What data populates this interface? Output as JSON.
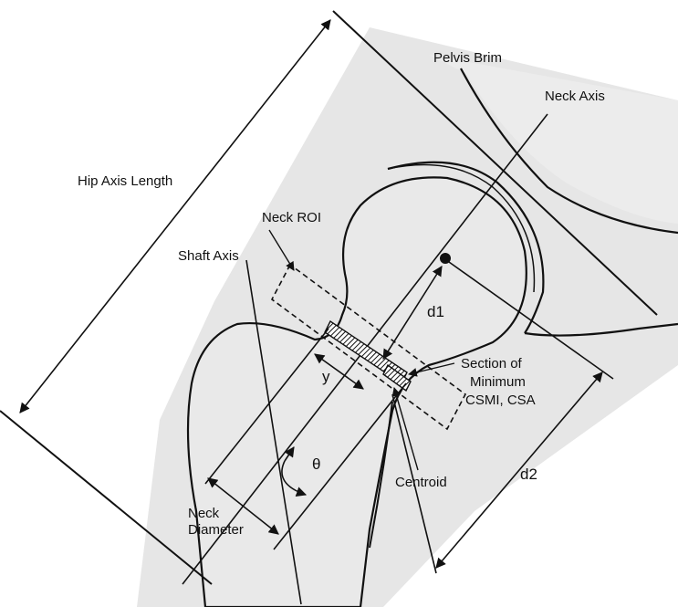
{
  "labels": {
    "hip_axis_length": "Hip Axis Length",
    "pelvis_brim": "Pelvis Brim",
    "neck_axis": "Neck Axis",
    "neck_roi": "Neck ROI",
    "shaft_axis": "Shaft Axis",
    "d1": "d1",
    "d2": "d2",
    "y": "y",
    "theta": "θ",
    "section_line1": "Section of",
    "section_line2": "Minimum",
    "section_line3": "CSMI, CSA",
    "centroid": "Centroid",
    "neck_diameter_line1": "Neck",
    "neck_diameter_line2": "Diameter"
  },
  "colors": {
    "bone_fill": "#e6e6e6",
    "line": "#111111"
  }
}
